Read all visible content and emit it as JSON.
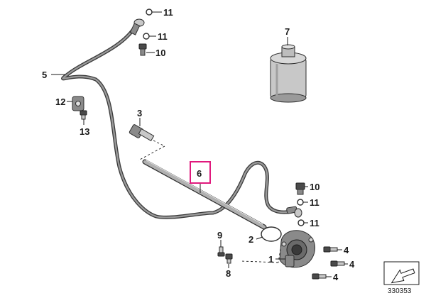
{
  "diagram": {
    "callouts": [
      {
        "id": "c11a",
        "label": "11"
      },
      {
        "id": "c11b",
        "label": "11"
      },
      {
        "id": "c10a",
        "label": "10"
      },
      {
        "id": "c7",
        "label": "7"
      },
      {
        "id": "c5",
        "label": "5"
      },
      {
        "id": "c12",
        "label": "12"
      },
      {
        "id": "c13",
        "label": "13"
      },
      {
        "id": "c3",
        "label": "3"
      },
      {
        "id": "c6",
        "label": "6",
        "highlighted": true
      },
      {
        "id": "c10b",
        "label": "10"
      },
      {
        "id": "c11c",
        "label": "11"
      },
      {
        "id": "c11d",
        "label": "11"
      },
      {
        "id": "c2",
        "label": "2"
      },
      {
        "id": "c9",
        "label": "9"
      },
      {
        "id": "c1",
        "label": "1"
      },
      {
        "id": "c8",
        "label": "8"
      },
      {
        "id": "c4a",
        "label": "4"
      },
      {
        "id": "c4b",
        "label": "4"
      },
      {
        "id": "c4c",
        "label": "4"
      }
    ],
    "highlight_color": "#e0197d",
    "reference_number": "330353",
    "icons": [
      "direction-arrow-icon"
    ]
  }
}
